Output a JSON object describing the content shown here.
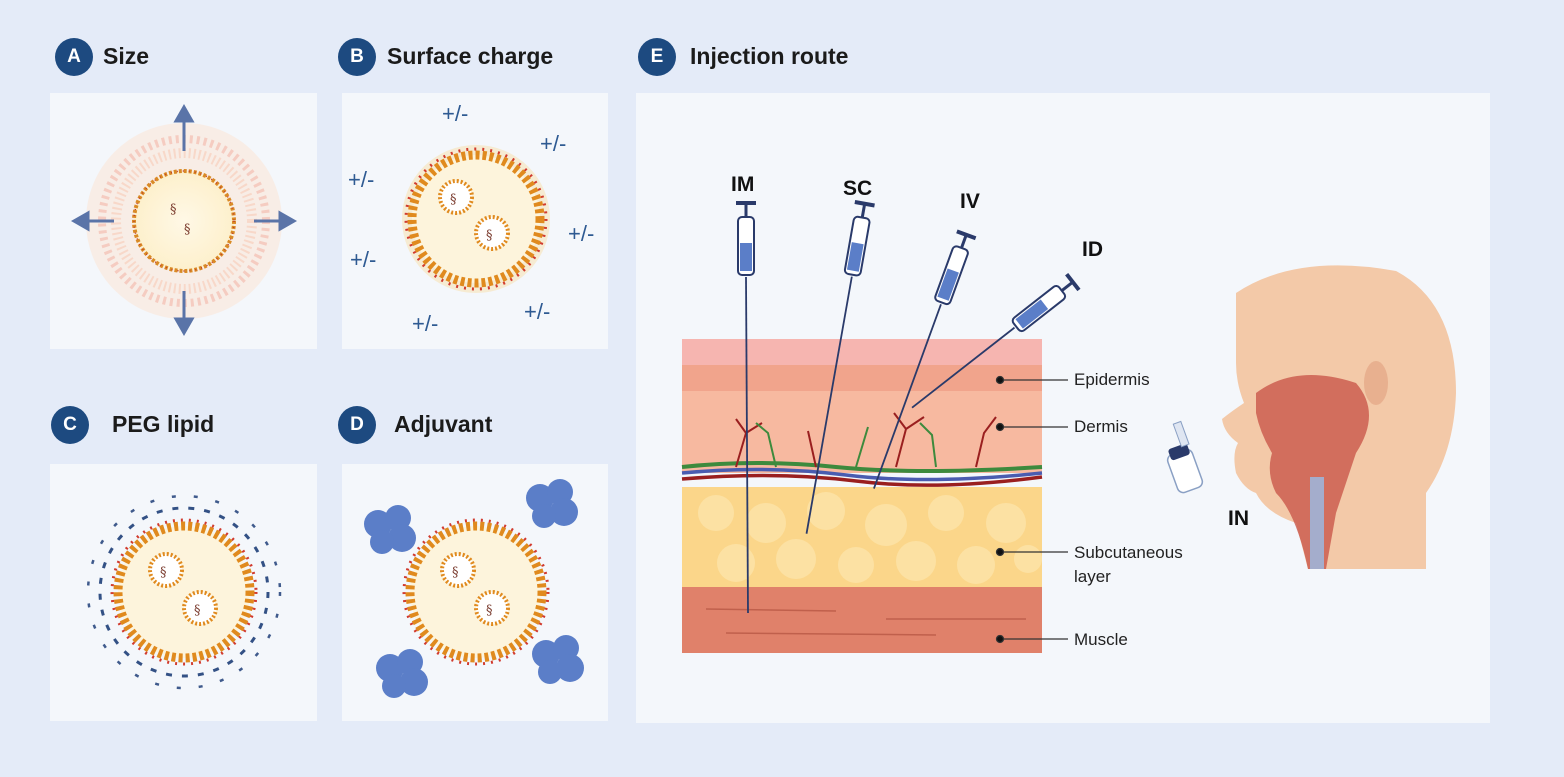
{
  "colors": {
    "badge": "#1d4a80",
    "background": "#e4ebf8",
    "panel": "#f4f7fb",
    "charge_text": "#2e5a92",
    "arrow": "#5a74a8",
    "peg": "#1e3e78",
    "adjuvant": "#5b7ec8"
  },
  "panels": {
    "a": {
      "letter": "A",
      "title": "Size"
    },
    "b": {
      "letter": "B",
      "title": "Surface charge",
      "charge_label": "+/-"
    },
    "c": {
      "letter": "C",
      "title": "PEG lipid"
    },
    "d": {
      "letter": "D",
      "title": "Adjuvant"
    },
    "e": {
      "letter": "E",
      "title": "Injection route"
    }
  },
  "routes": {
    "im": "IM",
    "sc": "SC",
    "iv": "IV",
    "id": "ID",
    "in": "IN"
  },
  "layers": {
    "epidermis": "Epidermis",
    "dermis": "Dermis",
    "subcutaneous_1": "Subcutaneous",
    "subcutaneous_2": "layer",
    "muscle": "Muscle"
  }
}
